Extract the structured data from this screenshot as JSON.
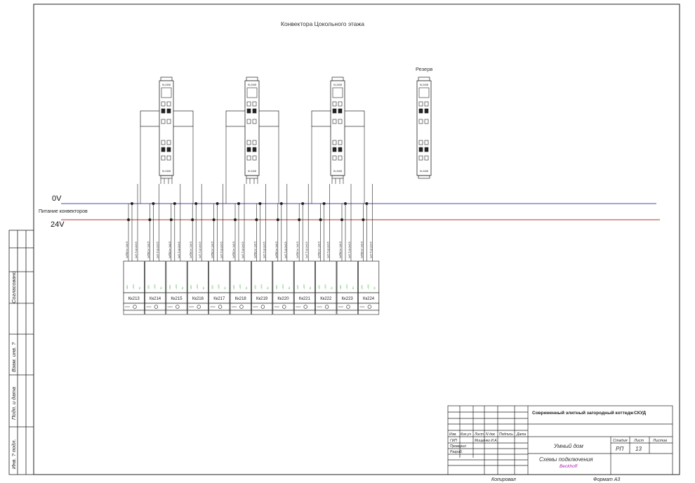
{
  "title": "Конвектора Цокольного этажа",
  "reserve_label": "Резерв",
  "bus": {
    "v0_label": "0V",
    "v24_label": "24V",
    "supply_label": "Питание конвекторов",
    "colors": {
      "v0": "#4a4aa8",
      "v24": "#b03a2e",
      "wire": "#222222",
      "green": "#1fa51f",
      "magenta": "#b020b0"
    }
  },
  "modules": {
    "top_tag": "KL2408",
    "bottom_tag": "KL2408",
    "reserve_tag": "KL2408"
  },
  "wire_labels": {
    "a": "1кПВСнг 2х0,5",
    "b": "1кЛ-Т-Ш 2х0,5"
  },
  "terminal_small_labels": [
    "LED",
    "+24V",
    "0V"
  ],
  "convectors": [
    "Кк213",
    "Кк214",
    "Кк215",
    "Кк216",
    "Кк217",
    "Кк218",
    "Кк219",
    "Кк220",
    "Кк221",
    "Кк222",
    "Кк223",
    "Кк224"
  ],
  "side_stamp": {
    "agreed": "Согласовано",
    "replaced": "Взам. инв. ?",
    "signdate": "Подп. и дата",
    "invno": "Инв. ? подл."
  },
  "title_block": {
    "project": "Современный элитный загородный коттедж",
    "section": "СКУД",
    "head_cols": [
      "Изм.",
      "Кол.уч",
      "Лист",
      "N док",
      "Подпись",
      "Дата"
    ],
    "gip": "ГИП",
    "gip_name": "Мищенко И.А.",
    "checked": "Проверил",
    "developed": "Разраб.",
    "object_name": "Умный дом",
    "sheet_title": "Схемы подключения",
    "vendor": "Beckhoff",
    "stage_header": "Стадия",
    "sheet_header": "Лист",
    "sheets_header": "Листов",
    "stage": "РП",
    "sheet_no": "13",
    "sheets_total": "",
    "copied": "Копировал",
    "format": "Формат А3"
  }
}
